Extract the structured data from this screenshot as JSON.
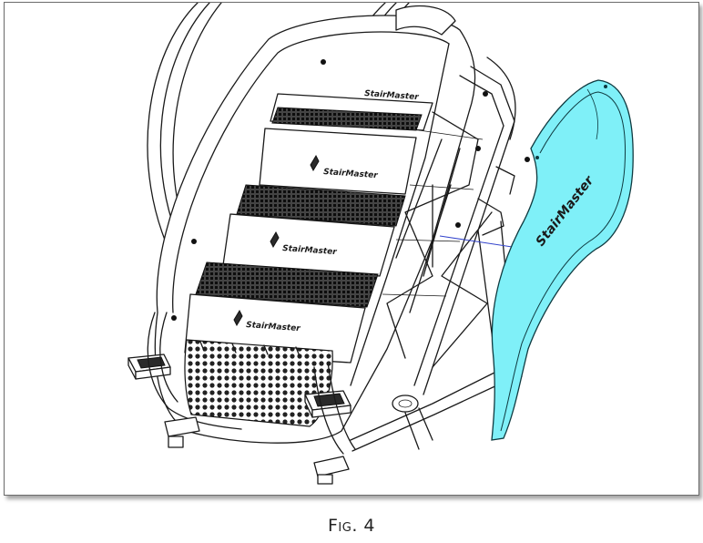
{
  "figure": {
    "caption": "Fig. 4",
    "brand_labels": [
      "StairMaster",
      "StairMaster",
      "StairMaster",
      "StairMaster",
      "StairMaster"
    ],
    "cover_brand_label": "StairMaster",
    "cover_color": "#7ff0f8",
    "line_color": "#1a1a1a",
    "guide_line_color": "#3344cc"
  }
}
